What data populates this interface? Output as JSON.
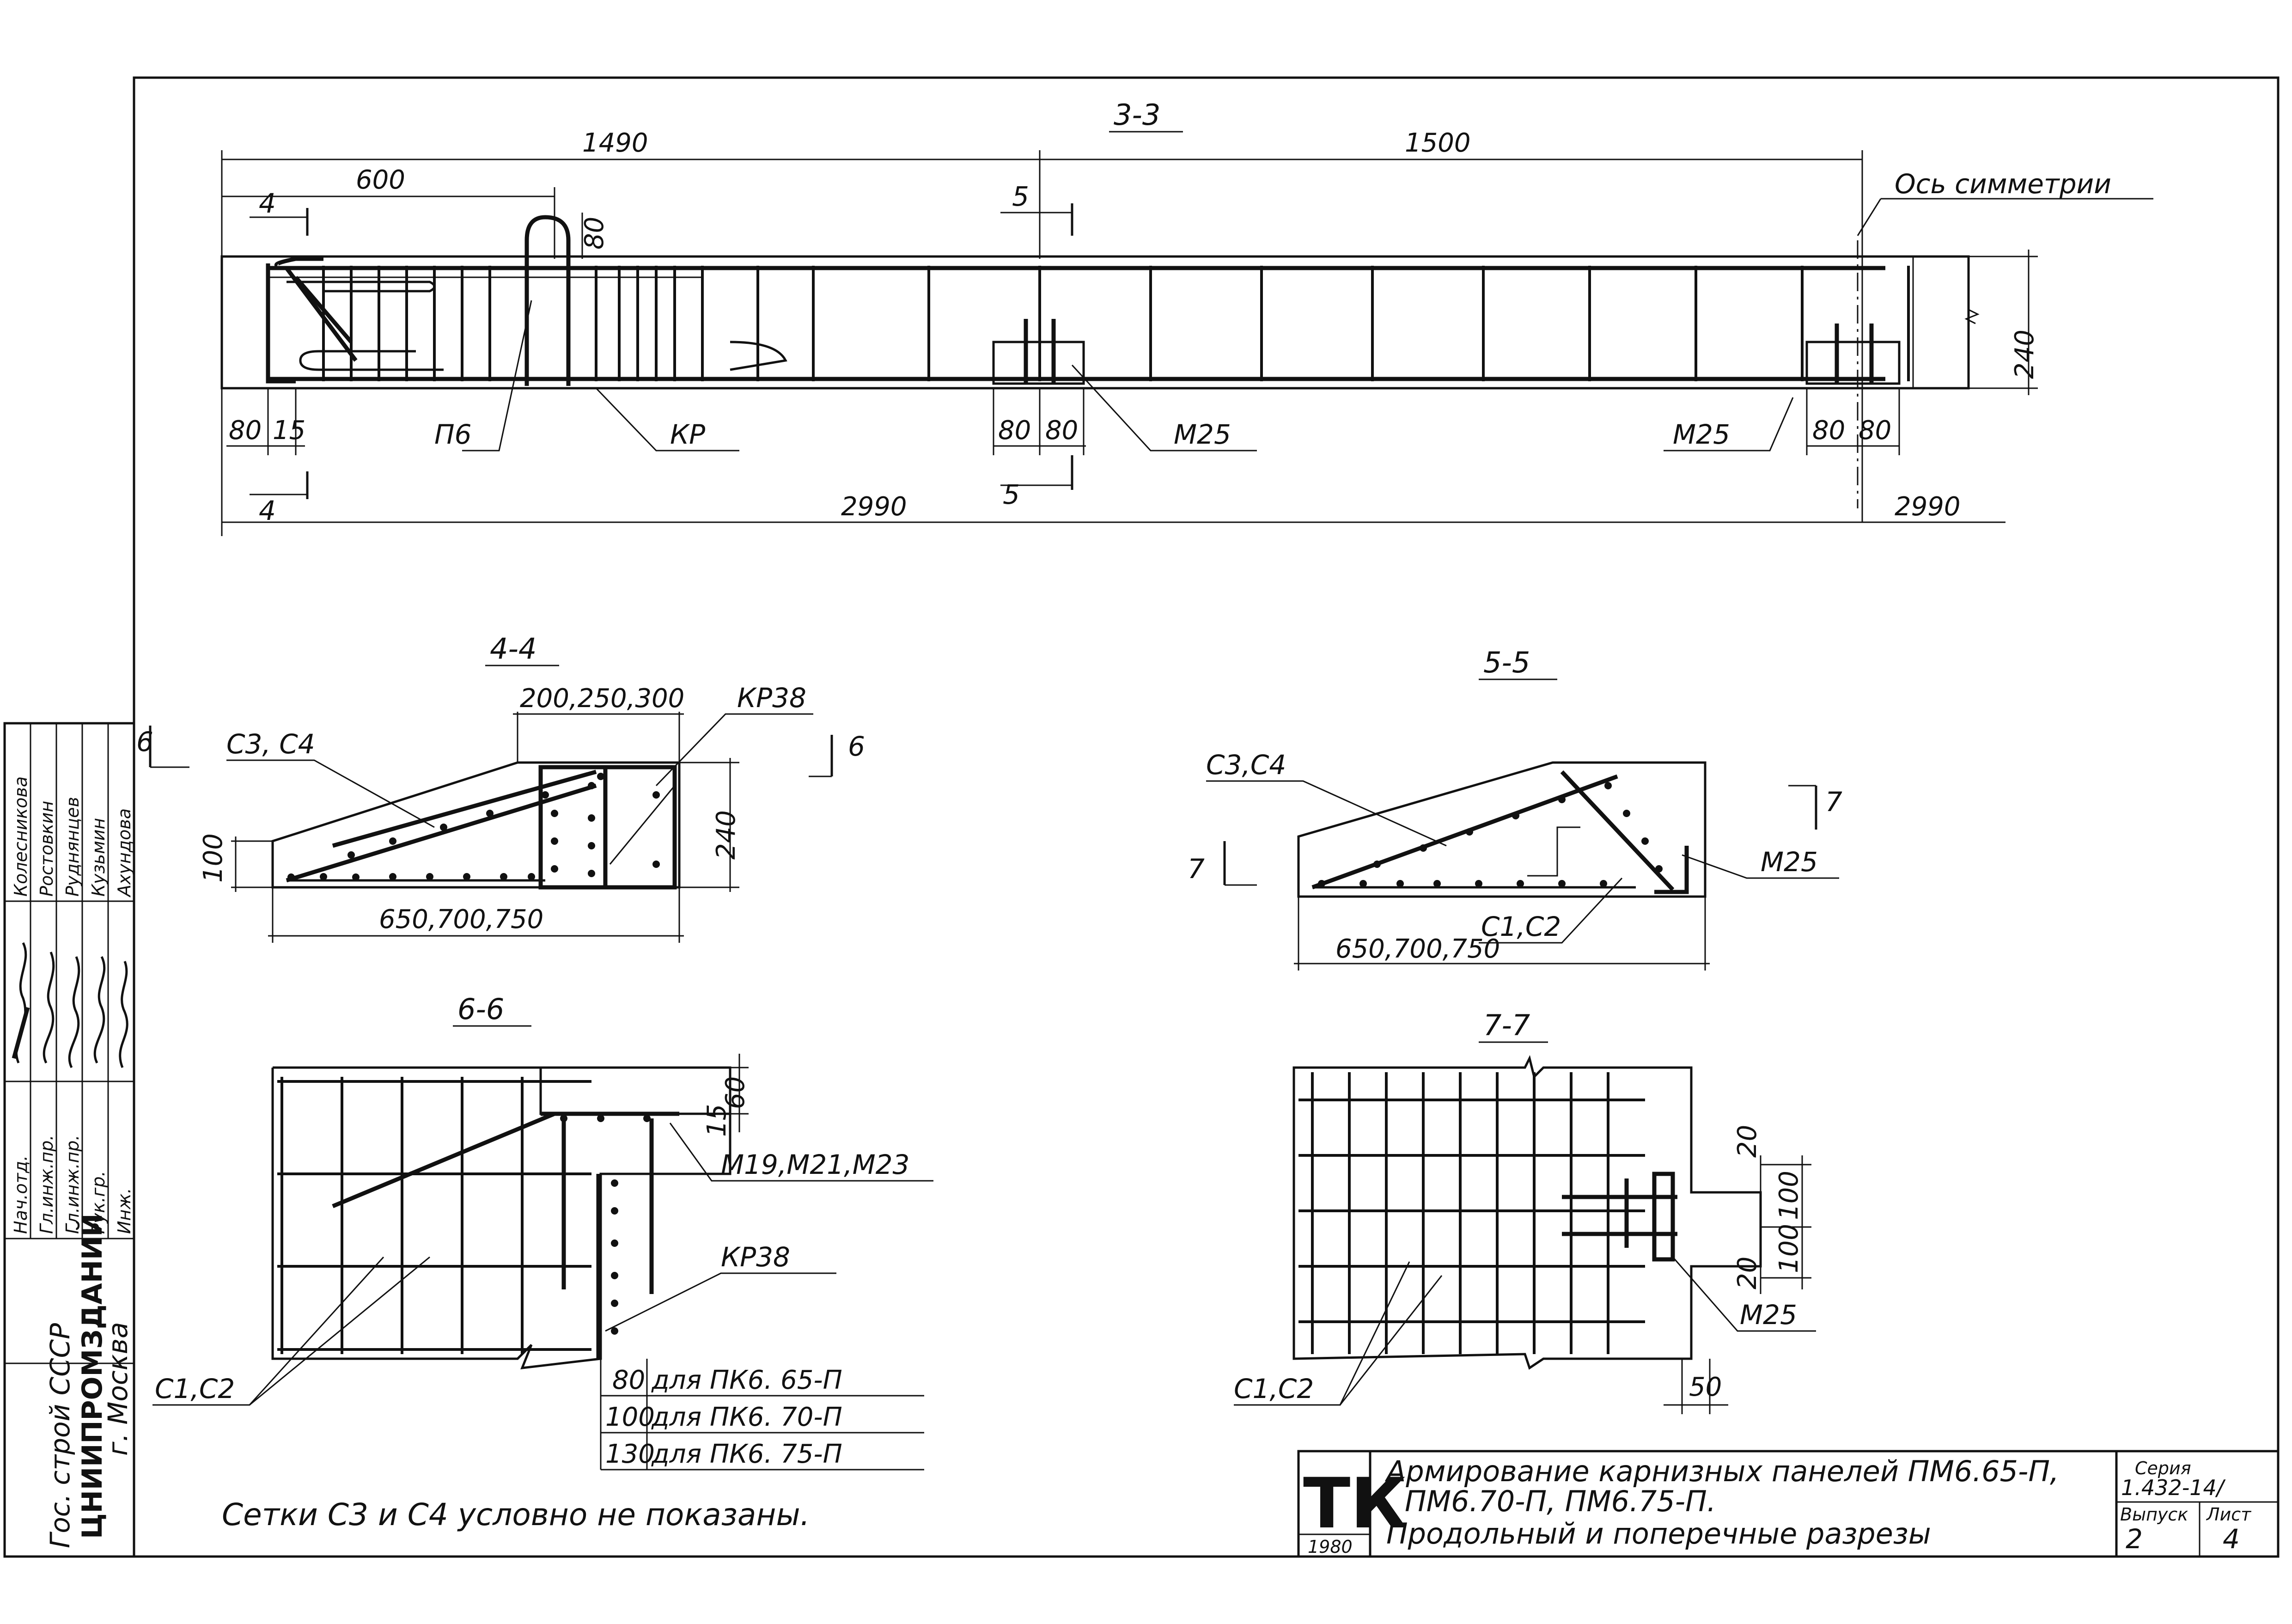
{
  "section_33": {
    "title": "3-3",
    "dims": {
      "left_half": "1490",
      "right_half": "1500",
      "first_segment": "600",
      "height": "240",
      "loop": "80",
      "edge_80": "80",
      "edge_15": "15",
      "plate_a": "80",
      "plate_b": "80",
      "plate_c": "80",
      "plate_d": "80",
      "bottom_total": "2990",
      "right_tail": "2990"
    },
    "axis_label": "Ось симметрии",
    "cut_4_top": "4",
    "cut_4_bottom": "4",
    "cut_5_top": "5",
    "cut_5_bottom": "5",
    "labels": {
      "p6": "П6",
      "kr": "КР",
      "m25_left": "М25",
      "m25_right": "М25"
    }
  },
  "section_44": {
    "title": "4-4",
    "dims": {
      "top_width": "200,250,300",
      "height": "240",
      "left_height": "100",
      "bottom_width": "650,700,750"
    },
    "labels": {
      "meshes": "С3, С4",
      "frame": "КР38",
      "cut_6_left": "6",
      "cut_6_right": "6"
    }
  },
  "section_55": {
    "title": "5-5",
    "dims": {
      "bottom_width": "650,700,750"
    },
    "labels": {
      "meshes_top": "С3,С4",
      "meshes_bottom": "С1,С2",
      "plate": "М25",
      "cut_7_left": "7",
      "cut_7_right": "7"
    }
  },
  "section_66": {
    "title": "6-6",
    "dims": {
      "d60": "60",
      "d15": "15"
    },
    "labels": {
      "plates": "М19,М21,М23",
      "frame": "КР38",
      "meshes": "С1,С2"
    },
    "table": [
      {
        "dim": "80",
        "desc": "для ПК6. 65-П"
      },
      {
        "dim": "100",
        "desc": "для ПК6. 70-П"
      },
      {
        "dim": "130",
        "desc": "для ПК6. 75-П"
      }
    ]
  },
  "section_77": {
    "title": "7-7",
    "dims": {
      "d20a": "20",
      "d100a": "100",
      "d100b": "100",
      "d20b": "20",
      "d50": "50"
    },
    "labels": {
      "plate": "М25",
      "meshes": "С1,С2"
    }
  },
  "note": "Сетки С3 и С4 условно не показаны.",
  "title_block": {
    "logo": "ТК",
    "year": "1980",
    "title_line1": "Армирование карнизных панелей ПМ6.65-П,",
    "title_line2": "ПМ6.70-П, ПМ6.75-П.",
    "title_line3": "Продольный и поперечные разрезы",
    "series_label": "Серия",
    "series_value": "1.432-14/",
    "issue_label": "Выпуск",
    "issue_value": "2",
    "sheet_label": "Лист",
    "sheet_value": "4"
  },
  "side_stamp": {
    "org_line1": "ЦНИИПРОМЗДАНИЙ",
    "org_line2": "г. Москва",
    "org_line3": "Гос. строй СССР",
    "roles": [
      "Нач.отд.",
      "Гл.инж.пр.",
      "Гл.инж.пр.",
      "Рук.гр.",
      "Инж."
    ],
    "names": [
      "Колесникова",
      "Ростовкин",
      "Руднянцев",
      "Кузьмин",
      "Ахундова"
    ]
  }
}
